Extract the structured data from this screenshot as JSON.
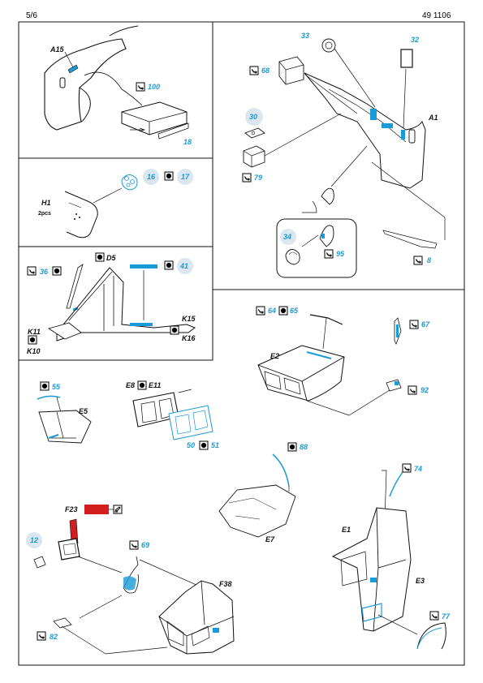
{
  "header": {
    "page": "5/6",
    "code": "49 1106"
  },
  "colors": {
    "pe_part": "#1a9ad6",
    "part_number": "#1a9ad6",
    "painted_part": "#d21e1e",
    "bubble": "#dce6ee",
    "line": "#111111"
  },
  "icons": {
    "fold": "bend-symbol",
    "remove": "remove-part-symbol",
    "paint": "paint-symbol"
  },
  "sections": {
    "s1": {
      "parts": [
        "100",
        "18"
      ],
      "labels": [
        "A15"
      ]
    },
    "s2": {
      "parts": [
        "16",
        "17"
      ],
      "labels": [
        "H1",
        "2pcs"
      ]
    },
    "s3": {
      "parts": [
        "36",
        "41"
      ],
      "labels": [
        "D5",
        "K15",
        "K16",
        "K11",
        "K10"
      ]
    },
    "s4": {
      "parts": [
        "33",
        "32",
        "68",
        "30",
        "79",
        "34",
        "95",
        "8"
      ],
      "labels": [
        "A1"
      ]
    },
    "s5": {
      "parts": [
        "64",
        "65",
        "67",
        "92",
        "88",
        "74",
        "77"
      ],
      "labels": [
        "E2",
        "E7",
        "E1",
        "E3"
      ]
    },
    "s6": {
      "parts": [
        "55",
        "50",
        "51",
        "12",
        "69",
        "82"
      ],
      "labels": [
        "E5",
        "E8",
        "E11",
        "F23",
        "F38"
      ]
    }
  }
}
